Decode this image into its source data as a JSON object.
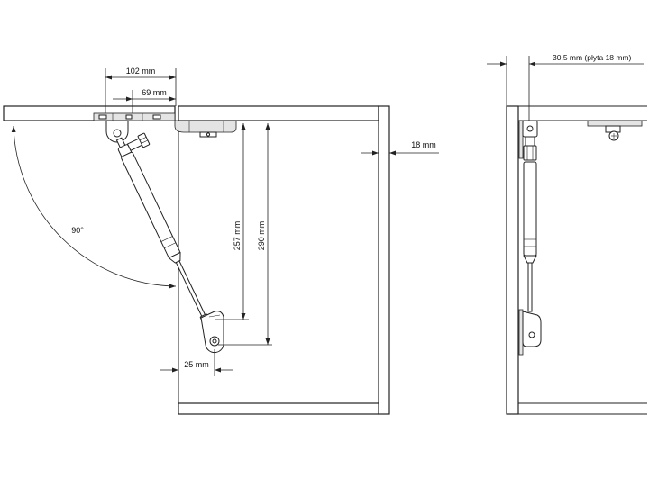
{
  "style": {
    "line_color": "#222222",
    "background": "#ffffff"
  },
  "side_view": {
    "dimensions": {
      "plate_length": "102 mm",
      "plate_offset": "69 mm",
      "panel_thickness": "18 mm",
      "opening_angle": "90°",
      "lower_mount_height_a": "257 mm",
      "lower_mount_height_b": "290 mm",
      "lower_mount_inset": "25 mm"
    }
  },
  "front_view": {
    "dimensions": {
      "mount_offset": "30,5 mm (płyta 18 mm)"
    }
  }
}
